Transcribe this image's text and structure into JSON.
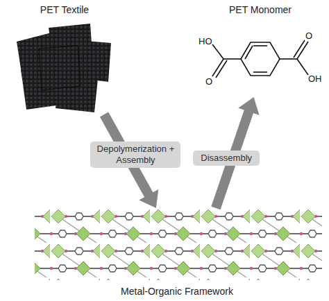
{
  "diagram": {
    "nodes": [
      {
        "text": [
          "PET Textile"
        ]
      },
      {
        "text": [
          "PET Monomer"
        ]
      },
      {
        "text": [
          "Metal-Organic Framework"
        ]
      }
    ],
    "edges": [
      {
        "from": 0,
        "to": 2,
        "arrow": "to",
        "label": "Depolymerization + Assembly"
      },
      {
        "from": 2,
        "to": 1,
        "arrow": "to",
        "label": "Disassembly"
      }
    ],
    "labels": [
      "HO",
      "O",
      "O",
      "OH"
    ]
  }
}
